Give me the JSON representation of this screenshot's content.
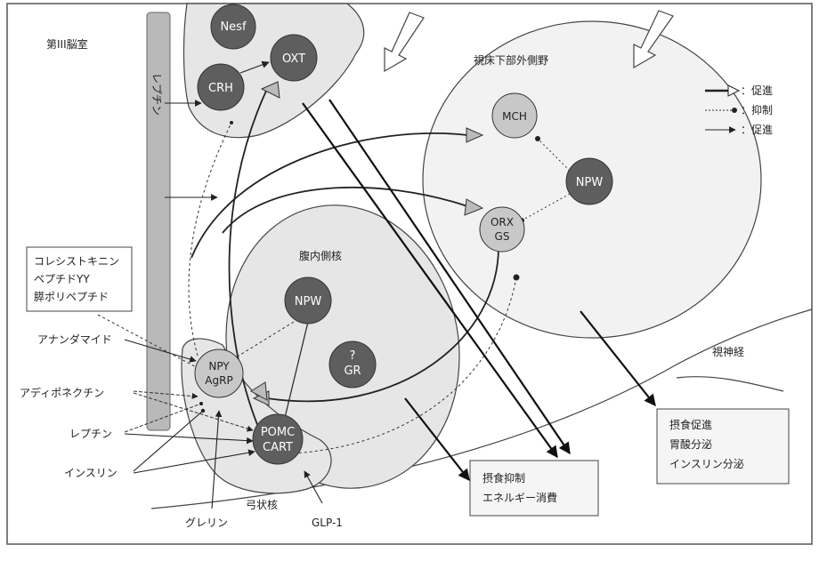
{
  "regions": {
    "third_ventricle": "第III脳室",
    "lateral_hypothalamus": "視床下部外側野",
    "ventromedial": "腹内側核",
    "arcuate": "弓状核",
    "optic_nerve": "視神経",
    "leptin_bar": "レプチン"
  },
  "nodes": {
    "nesf": "Nesf",
    "oxt": "OXT",
    "crh": "CRH",
    "mch": "MCH",
    "npw_lh": "NPW",
    "orx_1": "ORX",
    "orx_2": "GS",
    "npw_vmh": "NPW",
    "gr_1": "?",
    "gr_2": "GR",
    "npy_1": "NPY",
    "npy_2": "AgRP",
    "pomc_1": "POMC",
    "pomc_2": "CART"
  },
  "legend": {
    "promote_1": "：促進",
    "inhibit": "：抑制",
    "promote_2": "：促進"
  },
  "inputs": {
    "gut_1": "コレシストキニン",
    "gut_2": "ペプチドYY",
    "gut_3": "膵ポリペプチド",
    "anandamide": "アナンダマイド",
    "adiponectin": "アディポネクチン",
    "leptin": "レプチン",
    "insulin": "インスリン",
    "ghrelin": "グレリン",
    "glp1": "GLP-1"
  },
  "outputs": {
    "suppress_1": "摂食抑制",
    "suppress_2": "エネルギー消費",
    "promote_1": "摂食促進",
    "promote_2": "胃酸分泌",
    "promote_3": "インスリン分泌"
  },
  "colors": {
    "dark_node": "#5e5e5e",
    "light_node": "#c8c8c8",
    "region_fill": "#e6e6e6",
    "leptin_bar": "#b9b9b9",
    "stroke": "#333333"
  }
}
